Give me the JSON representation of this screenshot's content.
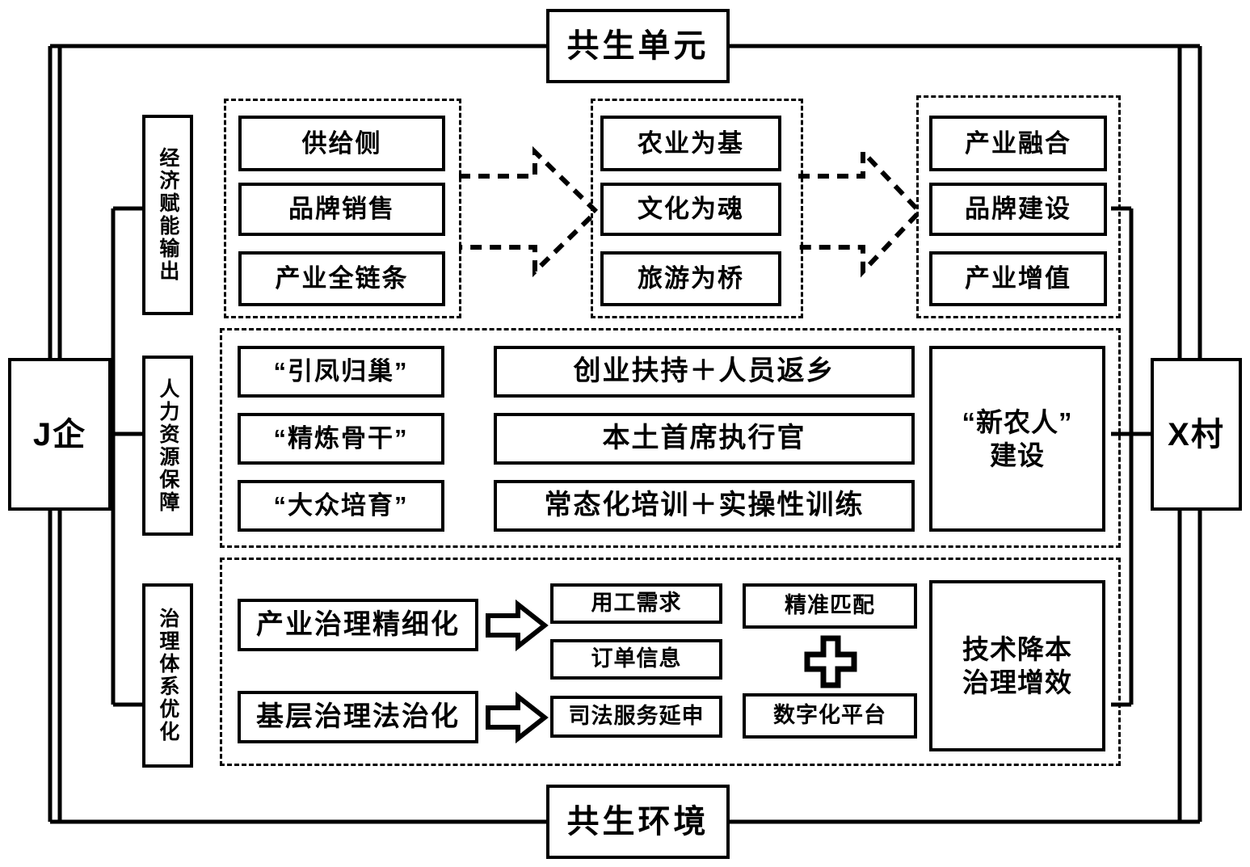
{
  "diagram": {
    "title_top": "共生单元",
    "title_bottom": "共生环境",
    "left_anchor": "J企",
    "right_anchor": "X村",
    "accent_color": "#000000",
    "background_color": "#ffffff"
  },
  "side_labels": {
    "economic": "经济赋能输出",
    "human": "人力资源保障",
    "governance": "治理体系优化"
  },
  "rows": {
    "economic": {
      "group1": [
        "供给侧",
        "品牌销售",
        "产业全链条"
      ],
      "group2": [
        "农业为基",
        "文化为魂",
        "旅游为桥"
      ],
      "group3": [
        "产业融合",
        "品牌建设",
        "产业增值"
      ],
      "arrow1": "dashed-block-arrow-right",
      "arrow2": "dashed-block-arrow-right"
    },
    "human": {
      "col1": [
        "“引凤归巢”",
        "“精炼骨干”",
        "“大众培育”"
      ],
      "col2": [
        "创业扶持＋人员返乡",
        "本土首席执行官",
        "常态化培训＋实操性训练"
      ],
      "outcome": "“新农人”\n建设",
      "outcome_line1": "“新农人”",
      "outcome_line2": "建设"
    },
    "governance": {
      "col1": [
        "产业治理精细化",
        "基层治理法治化"
      ],
      "col2": [
        "用工需求",
        "订单信息",
        "司法服务延申"
      ],
      "col3_top": "精准匹配",
      "col3_plus": "plus-icon",
      "col3_bottom": "数字化平台",
      "outcome_line1": "技术降本",
      "outcome_line2": "治理增效",
      "arrow1": "block-arrow-right",
      "arrow2": "block-arrow-right"
    }
  }
}
